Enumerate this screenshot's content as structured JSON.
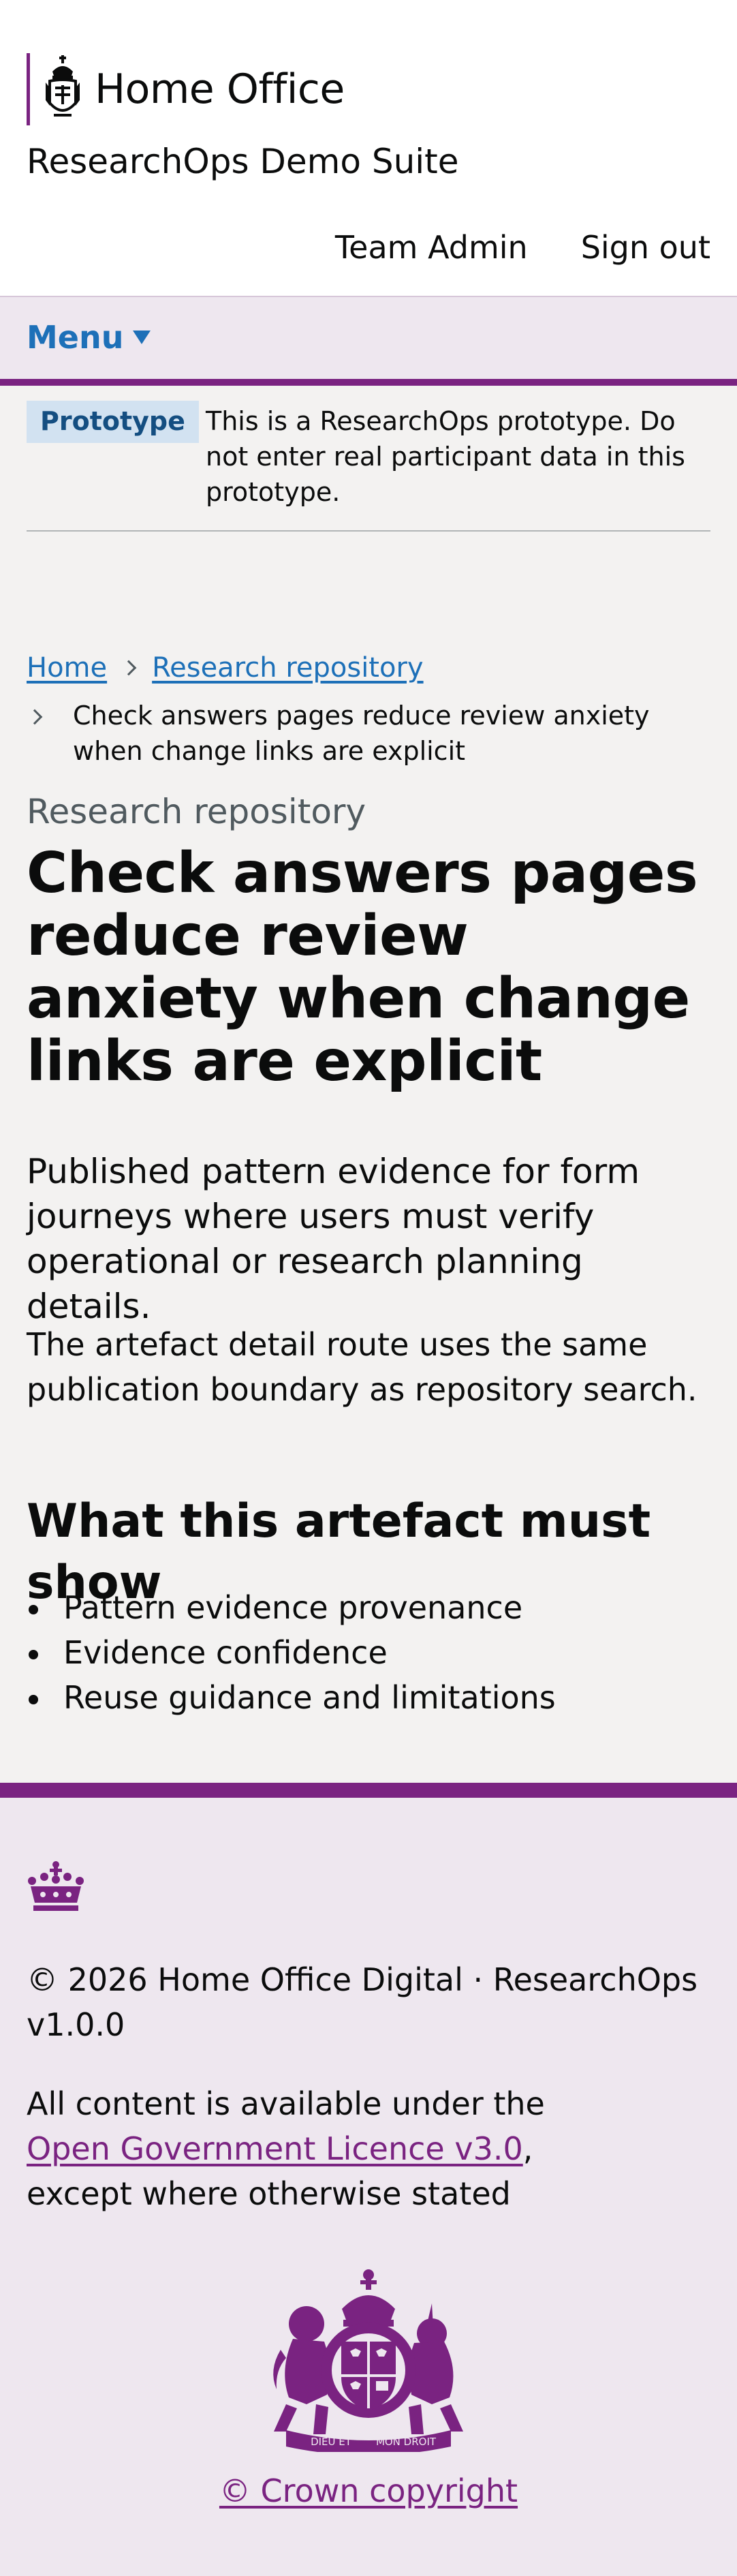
{
  "header": {
    "organisation_name": "Home Office",
    "service_name": "ResearchOps Demo Suite",
    "account_nav": {
      "team_admin": "Team Admin",
      "sign_out": "Sign out"
    }
  },
  "menu": {
    "label": "Menu"
  },
  "phase_banner": {
    "tag": "Prototype",
    "text": "This is a ResearchOps prototype. Do not enter real participant data in this prototype."
  },
  "breadcrumbs": {
    "home": "Home",
    "repository": "Research repository",
    "current": "Check answers pages reduce review anxiety when change links are explicit"
  },
  "main": {
    "caption": "Research repository",
    "title": "Check answers pages reduce review anxiety when change links are explicit",
    "lead": "Published pattern evidence for form journeys where users must verify operational or research planning details.",
    "body": "The artefact detail route uses the same publication boundary as repository search.",
    "section_heading": "What this artefact must show",
    "bullets": [
      "Pattern evidence provenance",
      "Evidence confidence",
      "Reuse guidance and limitations"
    ]
  },
  "footer": {
    "meta": "© 2026 Home Office Digital · ResearchOps v1.0.0",
    "licence_prefix": "All content is available under the ",
    "licence_link": "Open Government Licence v3.0",
    "licence_suffix": ", except where otherwise stated",
    "crown_copyright": "© Crown copyright",
    "arms_motto_left": "DIEU ET",
    "arms_motto_right": "MON DROIT"
  },
  "colors": {
    "brand": "#7a2381",
    "link": "#1d70b8",
    "text": "#0b0c0c",
    "secondary_text": "#505a5f",
    "page_background": "#f3f2f1",
    "footer_background": "#eee7ef",
    "tag_background": "#d2e2f1"
  }
}
